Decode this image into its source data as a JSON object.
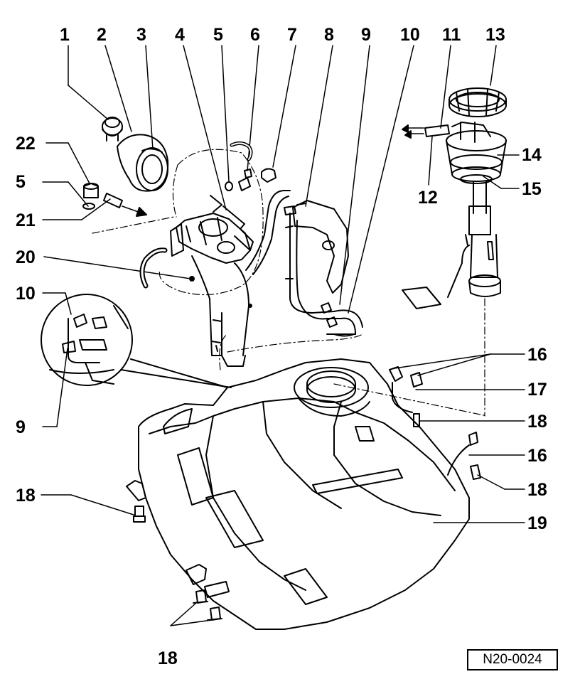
{
  "diagram": {
    "reference_code": "N20-0024",
    "callouts": [
      {
        "id": "c1",
        "label": "1"
      },
      {
        "id": "c2",
        "label": "2"
      },
      {
        "id": "c3",
        "label": "3"
      },
      {
        "id": "c4",
        "label": "4"
      },
      {
        "id": "c5a",
        "label": "5"
      },
      {
        "id": "c6",
        "label": "6"
      },
      {
        "id": "c7",
        "label": "7"
      },
      {
        "id": "c8",
        "label": "8"
      },
      {
        "id": "c9a",
        "label": "9"
      },
      {
        "id": "c10a",
        "label": "10"
      },
      {
        "id": "c11",
        "label": "11"
      },
      {
        "id": "c13",
        "label": "13"
      },
      {
        "id": "c22",
        "label": "22"
      },
      {
        "id": "c14",
        "label": "14"
      },
      {
        "id": "c5b",
        "label": "5"
      },
      {
        "id": "c15",
        "label": "15"
      },
      {
        "id": "c12",
        "label": "12"
      },
      {
        "id": "c21",
        "label": "21"
      },
      {
        "id": "c20",
        "label": "20"
      },
      {
        "id": "c10b",
        "label": "10"
      },
      {
        "id": "c16a",
        "label": "16"
      },
      {
        "id": "c17",
        "label": "17"
      },
      {
        "id": "c18a",
        "label": "18"
      },
      {
        "id": "c9b",
        "label": "9"
      },
      {
        "id": "c16b",
        "label": "16"
      },
      {
        "id": "c18b",
        "label": "18"
      },
      {
        "id": "c18c",
        "label": "18"
      },
      {
        "id": "c19",
        "label": "19"
      },
      {
        "id": "c18d",
        "label": "18"
      }
    ]
  }
}
